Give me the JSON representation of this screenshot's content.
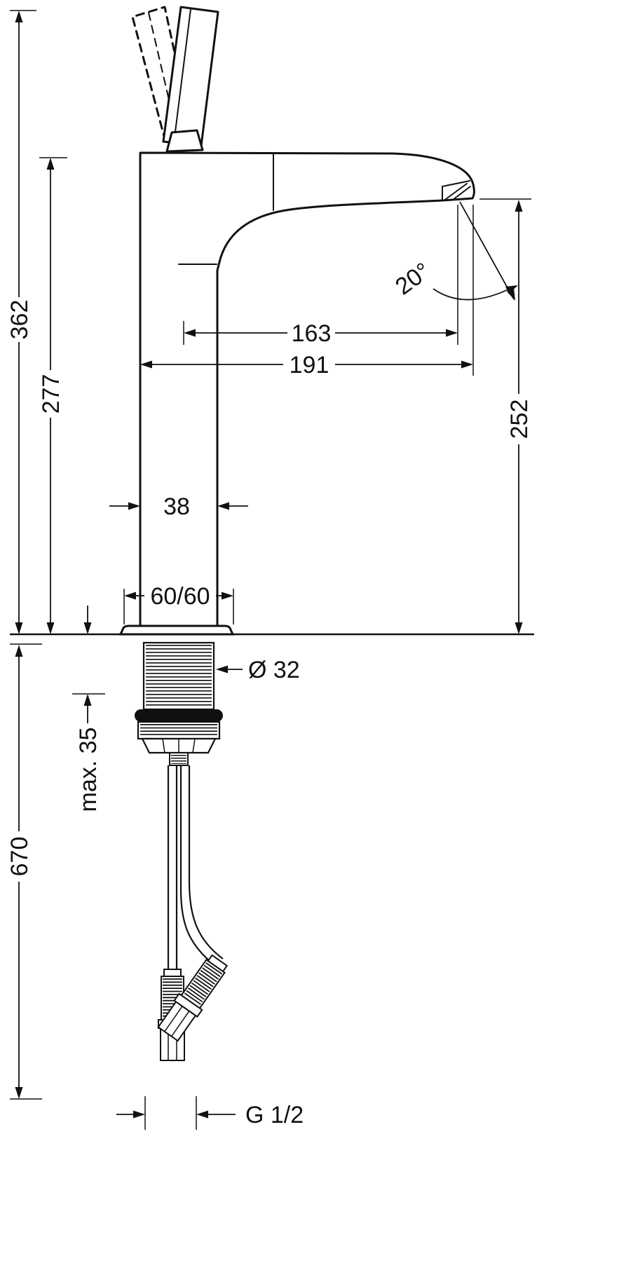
{
  "drawing": {
    "background": "#ffffff",
    "line_color": "#111111",
    "dimensions": {
      "total_height": "362",
      "body_height": "277",
      "spout_reach": "163",
      "overall_projection": "191",
      "outlet_height": "252",
      "spray_angle": "20°",
      "body_width": "38",
      "base_plate": "60/60",
      "mounting_hole_diameter": "Ø 32",
      "max_deck_thickness": "max. 35",
      "hose_length": "670",
      "connection_thread": "G 1/2"
    }
  }
}
